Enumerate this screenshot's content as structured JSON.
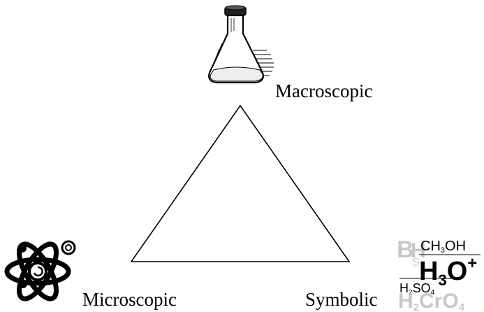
{
  "labels": {
    "macroscopic": "Macroscopic",
    "microscopic": "Microscopic",
    "symbolic": "Symbolic"
  },
  "symbolic_formulas": {
    "methanol": "CH3OH",
    "hydronium": "H3O+",
    "chromic_acid": "H2CrO4",
    "sulfuric_acid": "H2SO4"
  },
  "icons": {
    "macroscopic": "flask-icon",
    "microscopic": "atom-icon",
    "symbolic": "chemical-formulas-icon"
  },
  "colors": {
    "line": "#000000",
    "faded_text": "#c8c8c8"
  }
}
